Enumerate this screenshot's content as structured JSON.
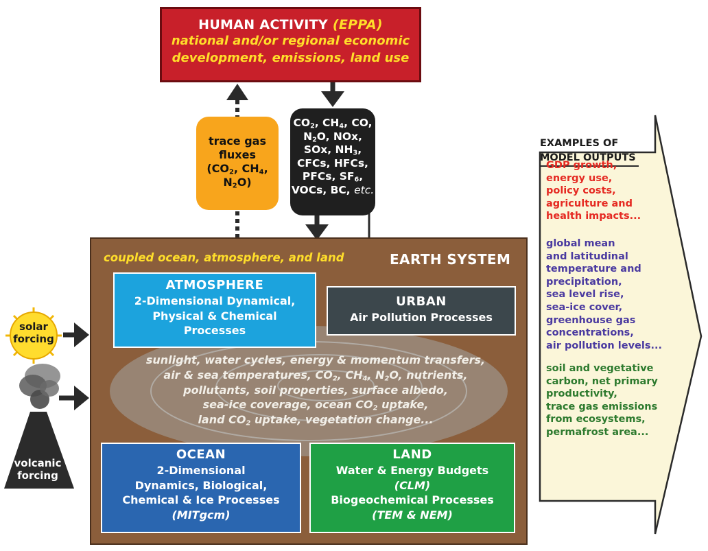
{
  "human_activity": {
    "title": "HUMAN ACTIVITY",
    "model": "(EPPA)",
    "lines": [
      "national and/or regional economic",
      "development, emissions, land use"
    ]
  },
  "trace_gas": {
    "line1": "trace gas",
    "line2": "fluxes",
    "line3_a": "(CO",
    "line3_sub": "2",
    "line3_b": ", CH",
    "line3_sub2": "4",
    "line3_c": ",",
    "line4_a": "N",
    "line4_sub": "2",
    "line4_b": "O)"
  },
  "emissions": {
    "l1_a": "CO",
    "l1_s1": "2",
    "l1_b": ", CH",
    "l1_s2": "4",
    "l1_c": ", CO,",
    "l2_a": "N",
    "l2_s1": "2",
    "l2_b": "O, NOx,",
    "l3_a": "SOx, NH",
    "l3_s1": "3",
    "l3_b": ",",
    "l4": "CFCs, HFCs,",
    "l5_a": "PFCs, SF",
    "l5_s1": "6",
    "l5_b": ",",
    "l6_a": "VOCs, BC, ",
    "l6_etc": "etc."
  },
  "earth_system": {
    "subtitle": "coupled ocean, atmosphere, and land",
    "title": "EARTH SYSTEM"
  },
  "atmosphere": {
    "title": "ATMOSPHERE",
    "lines": [
      "2-Dimensional Dynamical,",
      "Physical & Chemical",
      "Processes"
    ]
  },
  "urban": {
    "title": "URBAN",
    "line": "Air Pollution Processes"
  },
  "exchanges": {
    "l1": "sunlight, water cycles, energy & momentum transfers,",
    "l2_a": "air & sea temperatures, CO",
    "l2_s1": "2",
    "l2_b": ", CH",
    "l2_s2": "4",
    "l2_c": ", N",
    "l2_s3": "2",
    "l2_d": "O, nutrients,",
    "l3": "pollutants, soil properties, surface albedo,",
    "l4_a": "sea-ice coverage, ocean CO",
    "l4_s1": "2",
    "l4_b": " uptake,",
    "l5_a": "land CO",
    "l5_s1": "2",
    "l5_b": " uptake, vegetation change..."
  },
  "ocean": {
    "title": "OCEAN",
    "lines": [
      "2-Dimensional",
      "Dynamics, Biological,",
      "Chemical & Ice Processes"
    ],
    "model": "(MITgcm)"
  },
  "land": {
    "title": "LAND",
    "line1": "Water & Energy Budgets",
    "model1": "(CLM)",
    "line2": "Biogeochemical Processes",
    "model2": "(TEM & NEM)"
  },
  "forcing": {
    "solar": [
      "solar",
      "forcing"
    ],
    "volcanic": [
      "volcanic",
      "forcing"
    ]
  },
  "outputs": {
    "title": [
      "EXAMPLES OF",
      "MODEL OUTPUTS"
    ],
    "economic": [
      "GDP growth,",
      "energy use,",
      "policy costs,",
      "agriculture and",
      "health impacts..."
    ],
    "climate": [
      "global mean",
      "and latitudinal",
      "temperature and",
      "precipitation,",
      "sea level rise,",
      "sea-ice cover,",
      "greenhouse gas",
      "concentrations,",
      "air pollution levels..."
    ],
    "ecosystem": [
      "soil  and vegetative",
      "carbon, net primary",
      "productivity,",
      "trace gas emissions",
      "from ecosystems,",
      "permafrost area..."
    ]
  },
  "colors": {
    "human": "#c8202a",
    "trace_gas": "#f8a51c",
    "emissions": "#1f1f1f",
    "earth": "#8b5e3b",
    "atmosphere": "#1ca3dd",
    "urban": "#3c474c",
    "ocean": "#2a66b0",
    "land": "#1fa045",
    "outputs_bg": "#fbf6d9",
    "econ_text": "#e52a22",
    "climate_text": "#4a3aa0",
    "eco_text": "#2d7a2e"
  }
}
